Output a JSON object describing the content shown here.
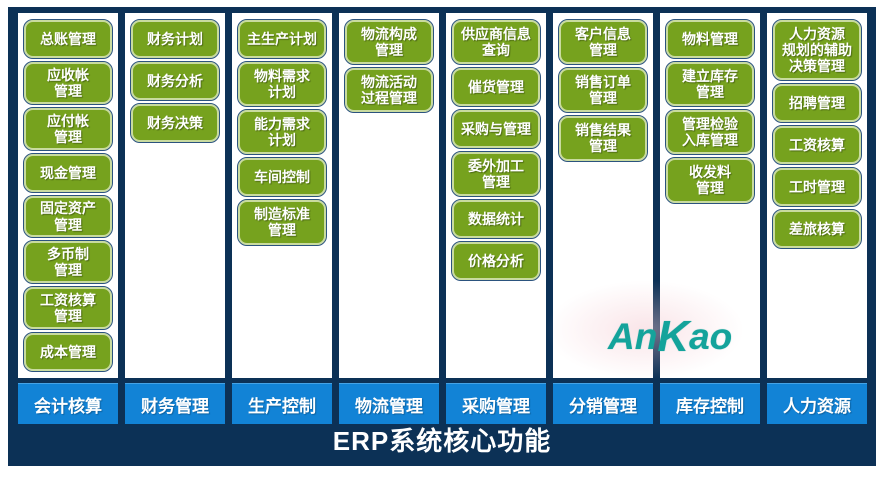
{
  "title": "ERP系统核心功能",
  "logo": {
    "text_an": "An",
    "text_k": "K",
    "text_ao": "ao",
    "color": "#14a39b"
  },
  "colors": {
    "panel_navy": "#0c3156",
    "footer_blue": "#1283d6",
    "button_green": "#76a21e",
    "button_border": "#c9db9f",
    "text_white": "#ffffff"
  },
  "columns": [
    {
      "footer": "会计核算",
      "items": [
        "总账管理",
        "应收帐\n管理",
        "应付帐\n管理",
        "现金管理",
        "固定资产\n管理",
        "多币制\n管理",
        "工资核算\n管理",
        "成本管理"
      ]
    },
    {
      "footer": "财务管理",
      "items": [
        "财务计划",
        "财务分析",
        "财务决策"
      ]
    },
    {
      "footer": "生产控制",
      "items": [
        "主生产计划",
        "物料需求\n计划",
        "能力需求\n计划",
        "车间控制",
        "制造标准\n管理"
      ]
    },
    {
      "footer": "物流管理",
      "items": [
        "物流构成\n管理",
        "物流活动\n过程管理"
      ]
    },
    {
      "footer": "采购管理",
      "items": [
        "供应商信息\n查询",
        "催货管理",
        "采购与管理",
        "委外加工\n管理",
        "数据统计",
        "价格分析"
      ]
    },
    {
      "footer": "分销管理",
      "items": [
        "客户信息\n管理",
        "销售订单\n管理",
        "销售结果\n管理"
      ]
    },
    {
      "footer": "库存控制",
      "items": [
        "物料管理",
        "建立库存\n管理",
        "管理检验\n入库管理",
        "收发料\n管理"
      ]
    },
    {
      "footer": "人力资源",
      "items": [
        "人力资源\n规划的辅助\n决策管理",
        "招聘管理",
        "工资核算",
        "工时管理",
        "差旅核算"
      ]
    }
  ]
}
